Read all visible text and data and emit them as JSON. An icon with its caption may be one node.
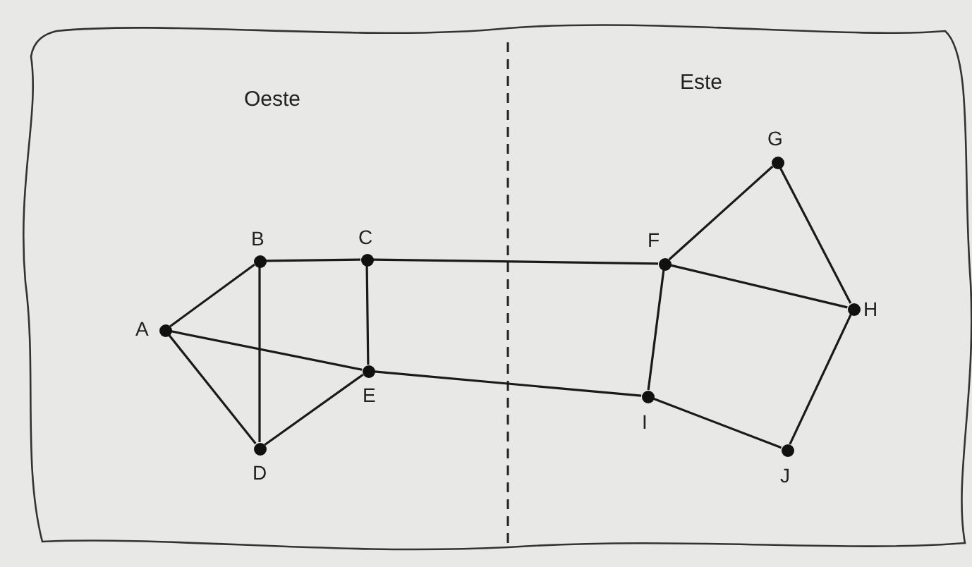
{
  "diagram": {
    "nodes": [
      {
        "text": [],
        "shape": "circle",
        "beside": [
          "A"
        ]
      },
      {
        "text": [],
        "shape": "circle",
        "beside": [
          "B"
        ]
      },
      {
        "text": [],
        "shape": "circle",
        "beside": [
          "C"
        ]
      },
      {
        "text": [],
        "shape": "circle",
        "beside": [
          "D"
        ]
      },
      {
        "text": [],
        "shape": "circle",
        "beside": [
          "E"
        ]
      },
      {
        "text": [],
        "shape": "circle",
        "beside": [
          "F"
        ]
      },
      {
        "text": [],
        "shape": "circle",
        "beside": [
          "G"
        ]
      },
      {
        "text": [],
        "shape": "circle",
        "beside": [
          "H"
        ]
      },
      {
        "text": [],
        "shape": "circle",
        "beside": [
          "I"
        ]
      },
      {
        "text": [],
        "shape": "circle",
        "beside": [
          "J"
        ]
      }
    ],
    "edges": [
      {
        "from": 0,
        "to": 1,
        "arrow": "none"
      },
      {
        "from": 0,
        "to": 4,
        "arrow": "none"
      },
      {
        "from": 0,
        "to": 3,
        "arrow": "none"
      },
      {
        "from": 1,
        "to": 2,
        "arrow": "none"
      },
      {
        "from": 1,
        "to": 3,
        "arrow": "none"
      },
      {
        "from": 2,
        "to": 5,
        "arrow": "none"
      },
      {
        "from": 2,
        "to": 4,
        "arrow": "none"
      },
      {
        "from": 3,
        "to": 4,
        "arrow": "none"
      },
      {
        "from": 4,
        "to": 8,
        "arrow": "none"
      },
      {
        "from": 5,
        "to": 6,
        "arrow": "none"
      },
      {
        "from": 5,
        "to": 7,
        "arrow": "none"
      },
      {
        "from": 5,
        "to": 8,
        "arrow": "none"
      },
      {
        "from": 6,
        "to": 7,
        "arrow": "none"
      },
      {
        "from": 7,
        "to": 9,
        "arrow": "none"
      },
      {
        "from": 8,
        "to": 9,
        "arrow": "none"
      }
    ],
    "labels": [
      "Oeste",
      "Este"
    ]
  }
}
